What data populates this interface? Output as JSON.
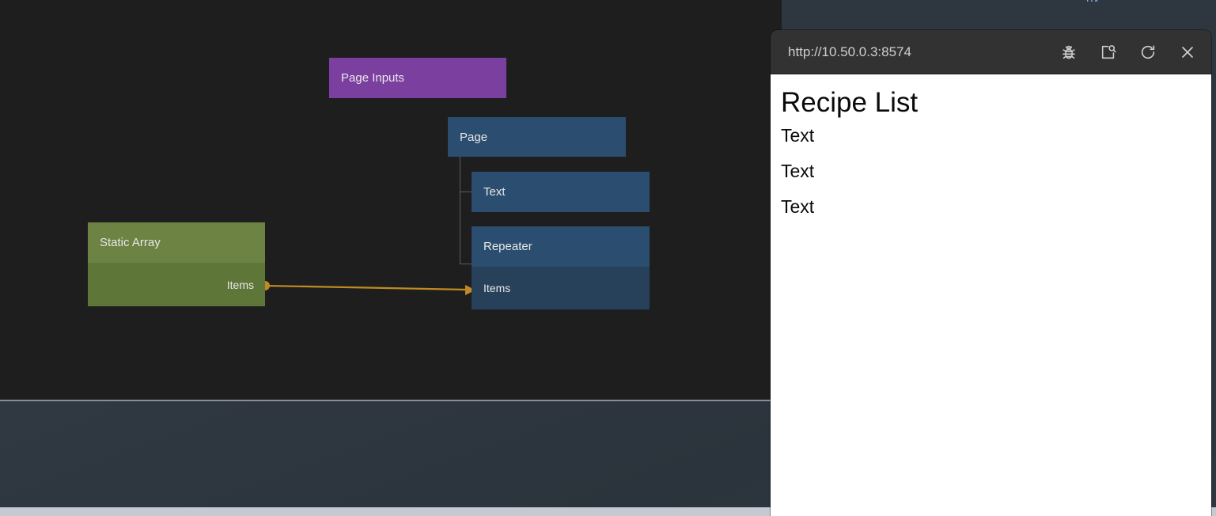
{
  "editor": {
    "nodes": [
      {
        "id": "page-inputs",
        "title": "Page Inputs",
        "color": "#7b3fa0",
        "ports": []
      },
      {
        "id": "page",
        "title": "Page",
        "color": "#2b4e70",
        "ports": []
      },
      {
        "id": "text",
        "title": "Text",
        "color": "#2b4e70",
        "ports": []
      },
      {
        "id": "repeater",
        "title": "Repeater",
        "color": "#2b4e70",
        "ports": [
          {
            "label": "Items",
            "dir": "in"
          }
        ]
      },
      {
        "id": "static-array",
        "title": "Static Array",
        "color": "#6c8343",
        "ports": [
          {
            "label": "Items",
            "dir": "out"
          }
        ]
      }
    ],
    "connection": {
      "from_node": "static-array",
      "from_port": "Items",
      "to_node": "repeater",
      "to_port": "Items",
      "color": "#c08a22"
    },
    "clipped_label": "px",
    "canvas_color": "#1e1e1e"
  },
  "browser": {
    "url": "http://10.50.0.3:8574",
    "toolbar_icons": [
      {
        "name": "bug-icon",
        "title": "Debug"
      },
      {
        "name": "inspect-page-icon",
        "title": "Inspect page"
      },
      {
        "name": "reload-icon",
        "title": "Reload"
      },
      {
        "name": "close-icon",
        "title": "Close"
      }
    ],
    "page": {
      "heading": "Recipe List",
      "items": [
        "Text",
        "Text",
        "Text"
      ]
    }
  }
}
